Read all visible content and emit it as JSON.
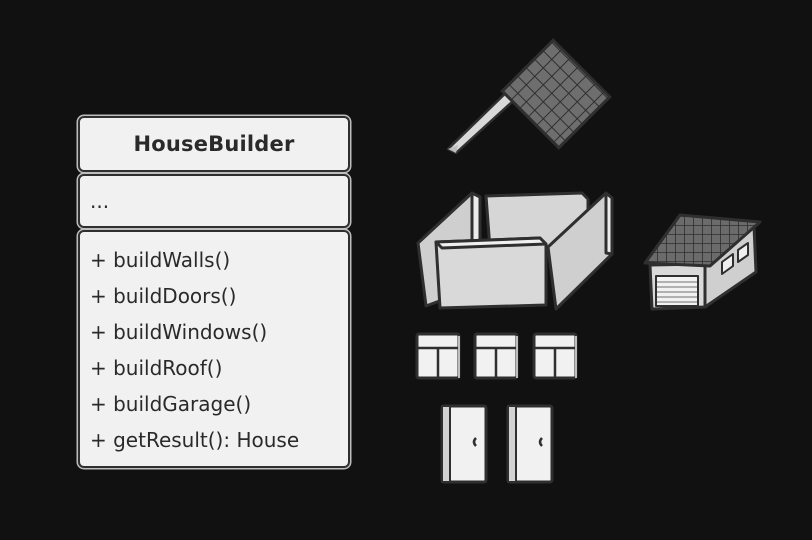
{
  "diagram": {
    "class_box": {
      "name": "HouseBuilder",
      "fields": "...",
      "methods": [
        "+ buildWalls()",
        "+ buildDoors()",
        "+ buildWindows()",
        "+ buildRoof()",
        "+ buildGarage()",
        "+ getResult(): House"
      ]
    },
    "parts": {
      "roof": "roof-icon",
      "walls": "walls-icon",
      "garage": "garage-icon",
      "windows": [
        "window-icon",
        "window-icon",
        "window-icon"
      ],
      "doors": [
        "door-icon",
        "door-icon"
      ]
    },
    "colors": {
      "background": "#111111",
      "panel_fill": "#f1f1f1",
      "outline": "#2f2f2f",
      "wall_fill": "#d9d9d9",
      "roof_fill": "#6e6e6e"
    }
  }
}
